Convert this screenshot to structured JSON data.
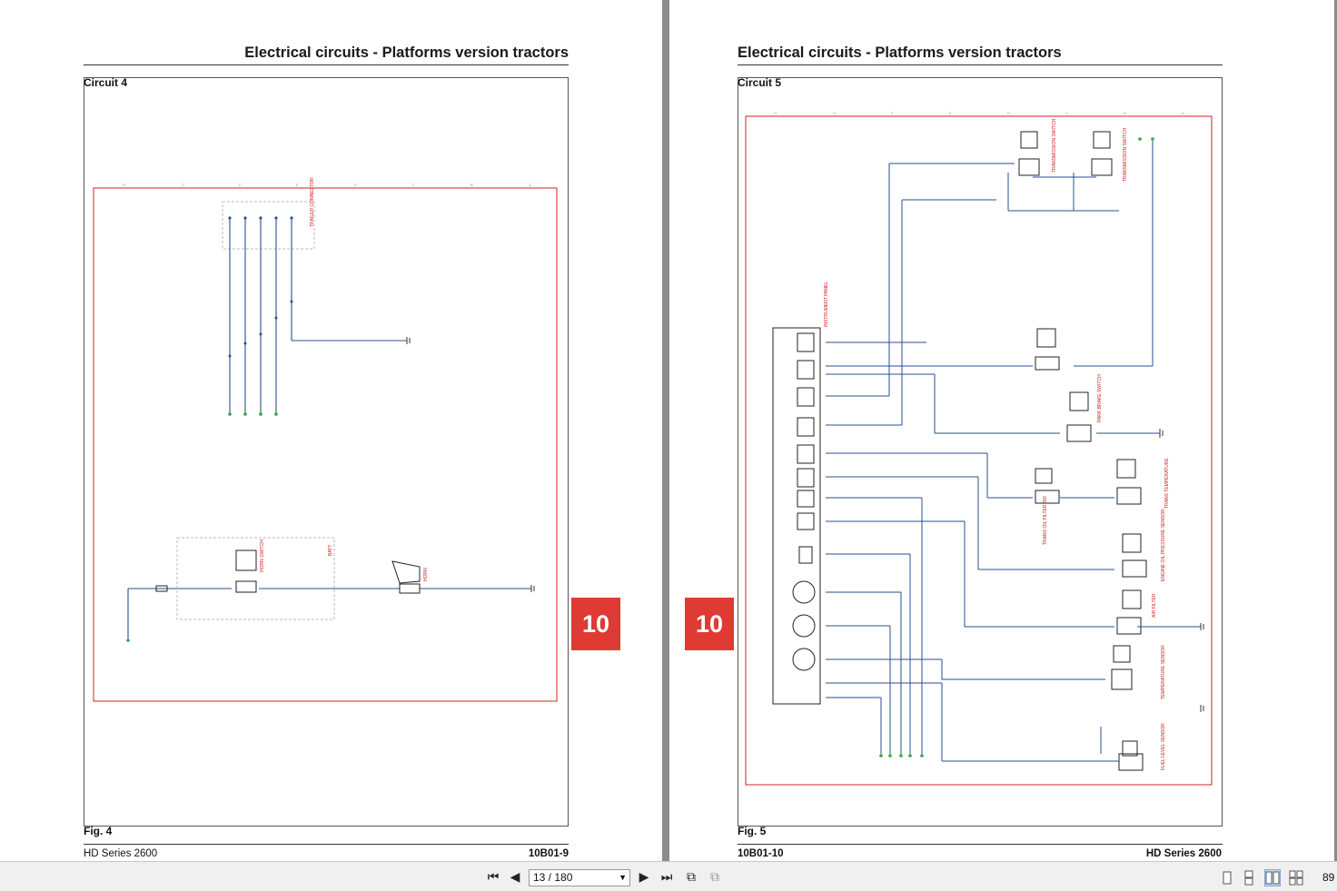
{
  "left_page": {
    "header": "Electrical circuits - Platforms version tractors",
    "circuit_label": "Circuit 4",
    "fig_label": "Fig. 4",
    "footer_left": "HD Series 2600",
    "footer_right": "10B01-9",
    "section_tab": "10"
  },
  "right_page": {
    "header": "Electrical circuits - Platforms version tractors",
    "circuit_label": "Circuit 5",
    "fig_label": "Fig. 5",
    "footer_left": "10B01-10",
    "footer_right": "HD Series 2600",
    "section_tab": "10"
  },
  "toolbar": {
    "page_indicator": "13 / 180",
    "zoom": "89",
    "icons": [
      "first-page-icon",
      "prev-page-icon",
      "next-page-icon",
      "last-page-icon",
      "fit-page-icon",
      "fit-width-icon",
      "single-page-icon",
      "continuous-icon",
      "two-page-icon",
      "two-page-continuous-icon"
    ]
  },
  "colors": {
    "wire": "#2b4f8f",
    "frame_red": "#d02020",
    "tab": "#e03a34"
  }
}
